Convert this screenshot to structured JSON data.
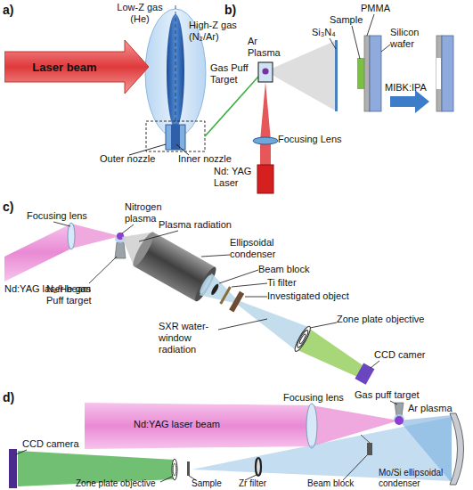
{
  "diagram": {
    "nodes": [
      {
        "text": [
          "Laser beam"
        ]
      }
    ],
    "labels": [
      "a)",
      "Low-Z gas (He)",
      "High-Z gas (N₂/Ar)",
      "Outer nozzle",
      "Inner nozzle",
      "b)",
      "PMMA",
      "Sample",
      "Si₃N₄",
      "Ar Plasma",
      "Silicon wafer",
      "Gas Puff Target",
      "MIBK:IPA",
      "Nd: YAG Laser",
      "Focusing Lens",
      "c)",
      "Focusing lens",
      "Nitrogen plasma",
      "Plasma radiation",
      "Ellipsoidal condenser",
      "Beam block",
      "Ti filter",
      "Investigated object",
      "Zone plate objective",
      "Nd:YAG laser beam",
      "N₂/He gas Puff target",
      "SXR water-window radiation",
      "CCD camer",
      "d)",
      "Focusing lens",
      "Gas puff target",
      "Ar plasma",
      "Nd:YAG laser beam",
      "CCD camera",
      "Zone plate objective",
      "Zr filter",
      "Sample",
      "Beam block",
      "Mo/Si ellipsoidal condenser"
    ]
  }
}
